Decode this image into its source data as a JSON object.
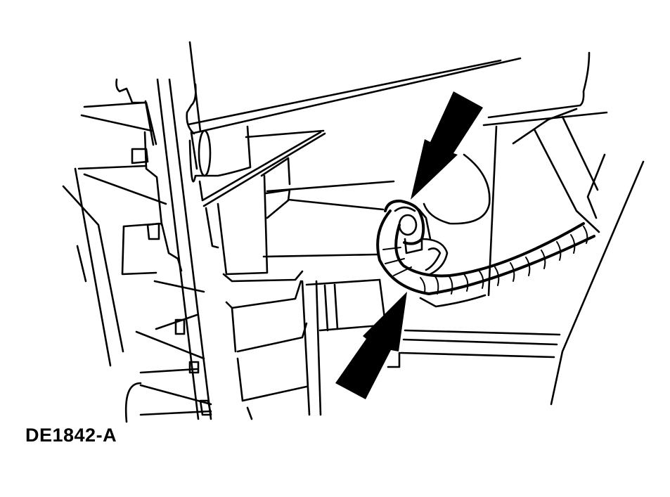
{
  "figure": {
    "id_label": "DE1842-A",
    "style": "black-and-white technical line illustration",
    "subject": "wiring harness connector attached to component, with two pointer arrows",
    "colors": {
      "line": "#000000",
      "background": "#ffffff",
      "arrow_fill": "#000000"
    },
    "callouts": [
      {
        "name": "upper-pointer-arrow",
        "direction": "down-left",
        "points_to": "connector"
      },
      {
        "name": "lower-pointer-arrow",
        "direction": "up-right",
        "points_to": "harness"
      }
    ]
  }
}
